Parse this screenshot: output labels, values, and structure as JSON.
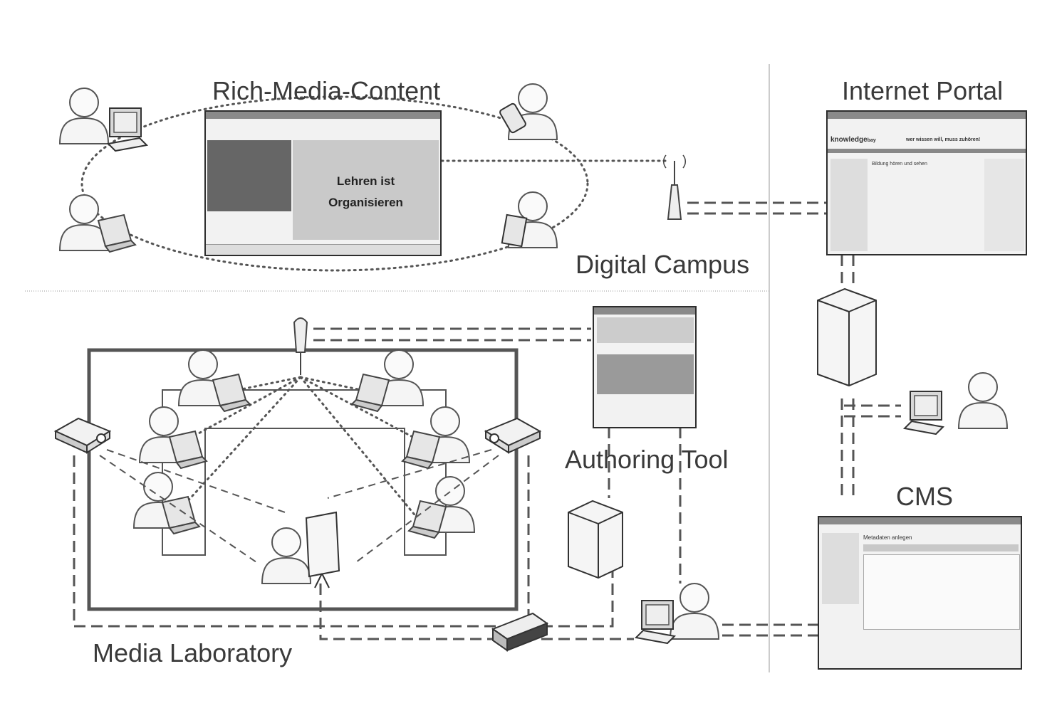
{
  "labels": {
    "rich_media": "Rich-Media-Content",
    "digital_campus": "Digital Campus",
    "internet_portal": "Internet Portal",
    "authoring_tool": "Authoring Tool",
    "cms": "CMS",
    "media_lab": "Media Laboratory"
  },
  "player": {
    "line1": "Lehren ist",
    "line2": "Organisieren"
  },
  "portal": {
    "brand": "knowledge",
    "brand_sub": "bay",
    "slogan": "wer wissen will, muss zuhören!",
    "heading": "Bildung hören und sehen"
  },
  "cms_screen": {
    "heading": "Metadaten anlegen"
  },
  "icons": [
    "user-desktop-icon",
    "user-laptop-icon",
    "user-phone-icon",
    "user-tablet-icon",
    "antenna-icon",
    "server-icon",
    "projector-icon",
    "flipchart-icon",
    "network-switch-icon",
    "wifi-access-point-icon"
  ],
  "colors": {
    "line": "#555555",
    "frame": "#555555",
    "background": "#ffffff"
  }
}
